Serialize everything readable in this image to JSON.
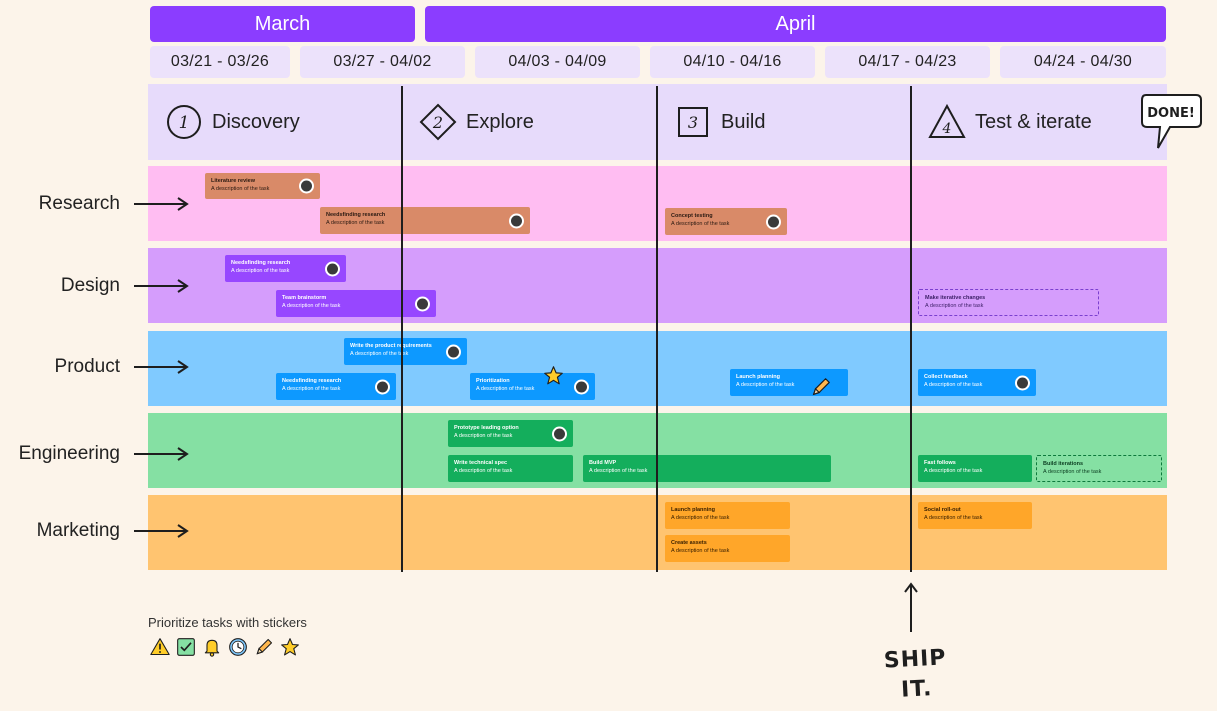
{
  "months": [
    {
      "label": "March"
    },
    {
      "label": "April"
    }
  ],
  "weeks": [
    "03/21 - 03/26",
    "03/27 - 04/02",
    "04/03 - 04/09",
    "04/10 - 04/16",
    "04/17 - 04/23",
    "04/24 - 04/30"
  ],
  "phases": [
    {
      "num": "1",
      "label": "Discovery",
      "shape": "circle"
    },
    {
      "num": "2",
      "label": "Explore",
      "shape": "diamond"
    },
    {
      "num": "3",
      "label": "Build",
      "shape": "square"
    },
    {
      "num": "4",
      "label": "Test & iterate",
      "shape": "triangle"
    }
  ],
  "done_label": "DONE!",
  "lanes": [
    {
      "label": "Research",
      "color": "#ffbdf2"
    },
    {
      "label": "Design",
      "color": "#d59dfc"
    },
    {
      "label": "Product",
      "color": "#80caff"
    },
    {
      "label": "Engineering",
      "color": "#85e0a3"
    },
    {
      "label": "Marketing",
      "color": "#ffc470"
    }
  ],
  "cards": {
    "research": [
      {
        "title": "Literature review",
        "desc": "A description of the task"
      },
      {
        "title": "Needsfinding research",
        "desc": "A description of the task"
      },
      {
        "title": "Concept testing",
        "desc": "A description of the task"
      }
    ],
    "design": [
      {
        "title": "Needsfinding research",
        "desc": "A description of the task"
      },
      {
        "title": "Team brainstorm",
        "desc": "A description of the task"
      },
      {
        "title": "Make iterative changes",
        "desc": "A description of the task"
      }
    ],
    "product": [
      {
        "title": "Write the product requirements",
        "desc": "A description of the task"
      },
      {
        "title": "Needsfinding research",
        "desc": "A description of the task"
      },
      {
        "title": "Prioritization",
        "desc": "A description of the task"
      },
      {
        "title": "Launch planning",
        "desc": "A description of the task"
      },
      {
        "title": "Collect feedback",
        "desc": "A description of the task"
      }
    ],
    "eng": [
      {
        "title": "Prototype leading option",
        "desc": "A description of the task"
      },
      {
        "title": "Write technical spec",
        "desc": "A description of the task"
      },
      {
        "title": "Build MVP",
        "desc": "A description of the task"
      },
      {
        "title": "Fast follows",
        "desc": "A description of the task"
      },
      {
        "title": "Build iterations",
        "desc": "A description of the task"
      }
    ],
    "mkt": [
      {
        "title": "Launch planning",
        "desc": "A description of the task"
      },
      {
        "title": "Create assets",
        "desc": "A description of the task"
      },
      {
        "title": "Social roll-out",
        "desc": "A description of the task"
      }
    ]
  },
  "stickers": {
    "title": "Prioritize tasks with stickers",
    "items": [
      "warning-sticker",
      "checkbox-sticker",
      "bell-sticker",
      "clock-sticker",
      "pencil-sticker",
      "star-sticker"
    ]
  },
  "ship_label": [
    "SHIP",
    "IT."
  ]
}
